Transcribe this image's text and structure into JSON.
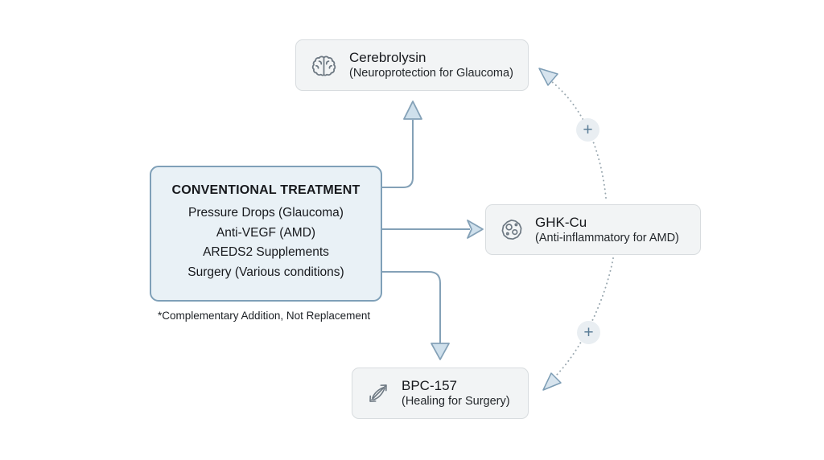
{
  "diagram": {
    "main_box": {
      "title": "CONVENTIONAL TREATMENT",
      "items": [
        "Pressure Drops (Glaucoma)",
        "Anti-VEGF (AMD)",
        "AREDS2 Supplements",
        "Surgery (Various conditions)"
      ]
    },
    "footnote": "*Complementary Addition, Not Replacement",
    "nodes": {
      "cerebrolysin": {
        "icon": "brain-icon",
        "title": "Cerebrolysin",
        "subtitle": "(Neuroprotection for Glaucoma)"
      },
      "ghk_cu": {
        "icon": "cell-icon",
        "title": "GHK-Cu",
        "subtitle": "(Anti-inflammatory for AMD)"
      },
      "bpc_157": {
        "icon": "healing-icon",
        "title": "BPC-157",
        "subtitle": "(Healing for Surgery)"
      }
    },
    "connectors": {
      "plus_label": "+"
    },
    "colors": {
      "main_box_border": "#7fa0b8",
      "main_box_fill": "#e9f1f6",
      "node_fill": "#f2f4f5",
      "node_border": "#d8dcdf",
      "arrow_stroke": "#84a1b7",
      "arrowhead_fill": "#cfe0ec",
      "dotted_stroke": "#9aa8b0",
      "plus_fill": "#e9eef2",
      "plus_color": "#5a7d97"
    }
  }
}
